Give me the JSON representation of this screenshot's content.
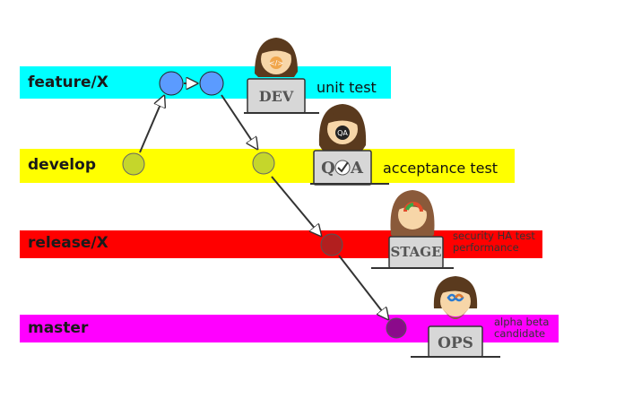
{
  "branches": [
    {
      "name": "feature/X",
      "color": "#00ffff"
    },
    {
      "name": "develop",
      "color": "#ffff00"
    },
    {
      "name": "release/X",
      "color": "#ff0000"
    },
    {
      "name": "master",
      "color": "#ff00ff"
    }
  ],
  "commit_colors": {
    "feature": "#5b9bff",
    "develop": "#c5d62b",
    "release": "#b21f1f",
    "master": "#8b0a8b"
  },
  "personas": [
    {
      "role": "DEV",
      "note": "unit test",
      "badge_icon": "code-icon"
    },
    {
      "role": "QA",
      "note": "acceptance test",
      "badge_icon": "qa-icon"
    },
    {
      "role": "STAGE",
      "note_lines": [
        "security HA test",
        "performance"
      ],
      "badge_icon": "gauge-icon"
    },
    {
      "role": "OPS",
      "note_lines": [
        "alpha beta",
        "candidate"
      ],
      "badge_icon": "infinity-icon"
    }
  ]
}
